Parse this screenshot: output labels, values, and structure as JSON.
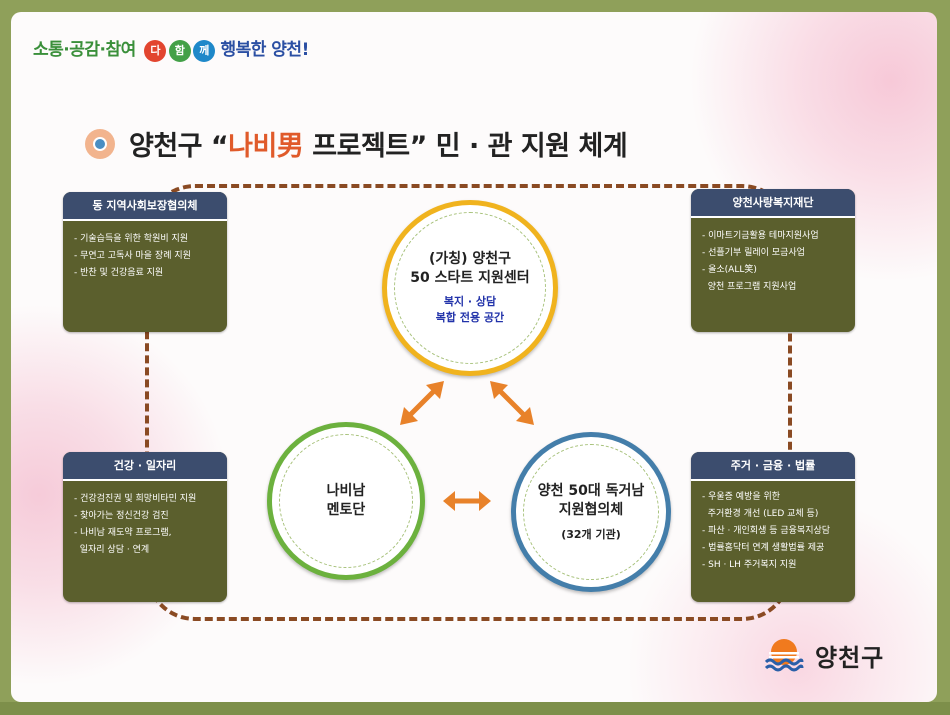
{
  "slogan": {
    "part1": "소통·공감·참여",
    "dahamke": [
      "다",
      "함",
      "께"
    ],
    "part2": "행복한 양천!"
  },
  "title": {
    "prefix": "양천구 “",
    "brand": "나비男",
    "suffix": " 프로젝트” 민 · 관 지원 체계"
  },
  "boxes": {
    "top_left": {
      "header": "동 지역사회보장협의체",
      "items": [
        "- 기술습득을 위한 학원비 지원",
        "- 무연고 고독사 마을 장례 지원",
        "- 반찬 및 건강음료 지원"
      ]
    },
    "top_right": {
      "header": "양천사랑복지재단",
      "items": [
        "- 이마트기금활용 테마지원사업",
        "- 선플기부 릴레이 모금사업",
        "- 올소(ALL笑)",
        "  양천 프로그램 지원사업"
      ]
    },
    "bottom_left": {
      "header": "건강 · 일자리",
      "items": [
        "- 건강검진권 및 희망비타민 지원",
        "- 찾아가는 정신건강 검진",
        "- 나비남 재도약 프로그램,",
        "  일자리 상담 · 연계"
      ]
    },
    "bottom_right": {
      "header": "주거 · 금융 · 법률",
      "items": [
        "- 우울증 예방을 위한",
        "  주거환경 개선 (LED 교체 등)",
        "- 파산 · 개인회생 등 금융복지상담",
        "- 법률홈닥터 연계 생활법률 제공",
        "- SH · LH 주거복지 지원"
      ]
    }
  },
  "circles": {
    "top": {
      "line1": "(가칭) 양천구",
      "line2": "50 스타트 지원센터",
      "sub1": "복지 · 상담",
      "sub2": "복합 전용 공간"
    },
    "left": {
      "line1": "나비남",
      "line2": "멘토단"
    },
    "right": {
      "line1": "양천 50대 독거남",
      "line2": "지원협의체",
      "sub": "(32개 기관)"
    }
  },
  "logo": {
    "text": "양천구"
  },
  "colors": {
    "box_body": "#5b5f2d",
    "box_header": "#3c4d6e",
    "loop": "#8a4a23",
    "circle_top": "#f0b31e",
    "circle_left": "#6cb13e",
    "circle_right": "#447eaa",
    "arrow": "#e8822a"
  }
}
